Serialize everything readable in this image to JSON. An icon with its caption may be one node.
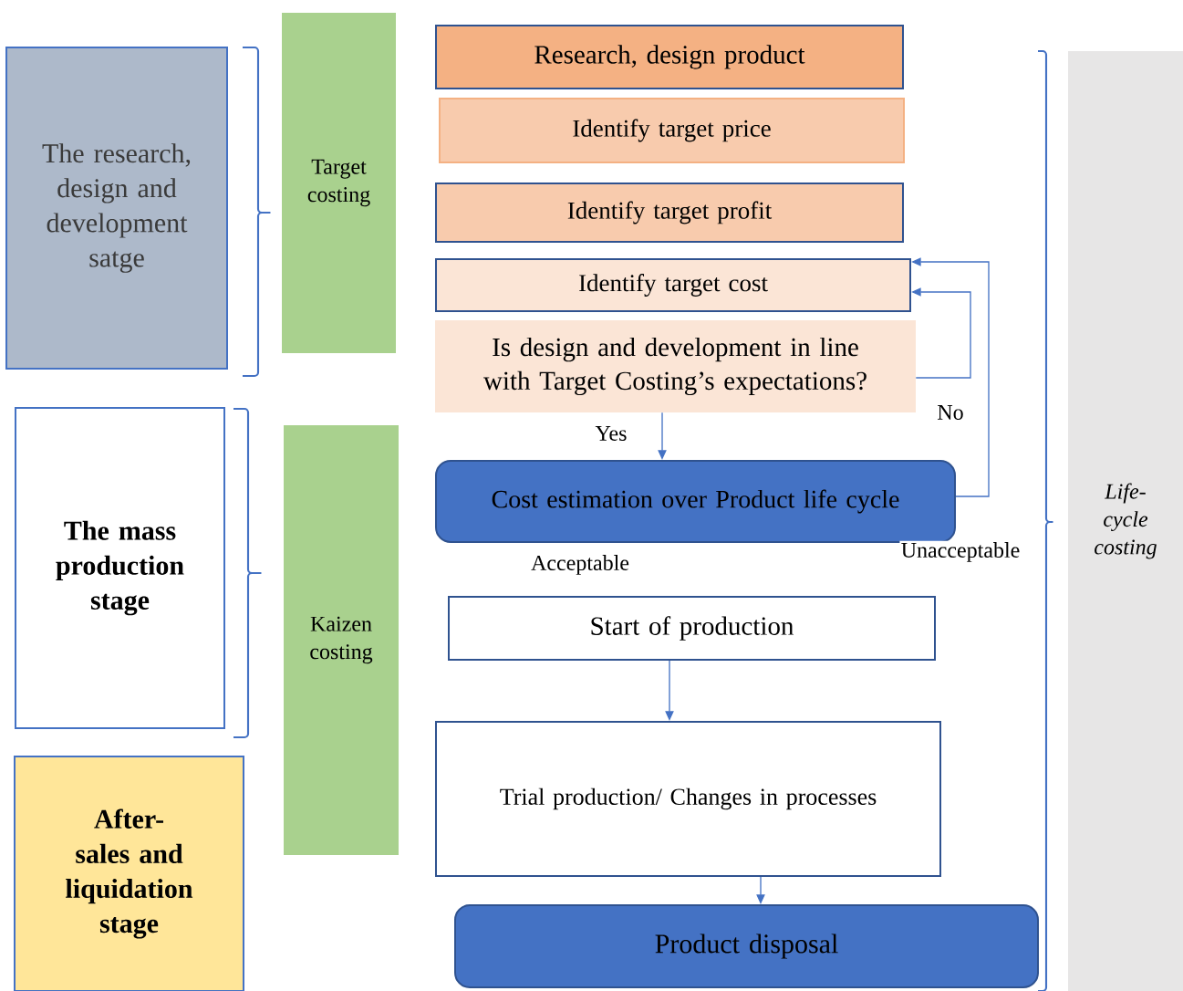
{
  "diagram": {
    "nodes": [
      {
        "text": [
          "The research, design and development satge"
        ]
      },
      {
        "text": [
          "The mass production stage"
        ]
      },
      {
        "text": [
          "After-sales and liquidation stage"
        ]
      },
      {
        "text": [
          "Target costing"
        ]
      },
      {
        "text": [
          "Kaizen costing"
        ]
      },
      {
        "text": [
          "Research, design product"
        ]
      },
      {
        "text": [
          "Identify target price"
        ]
      },
      {
        "text": [
          "Identify target profit"
        ]
      },
      {
        "text": [
          "Identify target cost"
        ]
      },
      {
        "text": [
          "Is design and development in line with Target Costing’s expectations?"
        ]
      },
      {
        "text": [
          "Cost estimation over Product life cycle"
        ]
      },
      {
        "text": [
          "Start of production"
        ]
      },
      {
        "text": [
          "Trial production/ Changes in processes"
        ]
      },
      {
        "text": [
          "Product disposal"
        ]
      },
      {
        "text": [
          "Life-cycle costing"
        ]
      }
    ],
    "edges": [
      {
        "from": 9,
        "to": 10,
        "arrow": "to",
        "label": "Yes"
      },
      {
        "from": 9,
        "to": 8,
        "arrow": "to",
        "label": "No"
      },
      {
        "from": 10,
        "to": 8,
        "arrow": "to",
        "label": "Unacceptable"
      },
      {
        "from": 11,
        "to": 12,
        "arrow": "to"
      },
      {
        "from": 12,
        "to": 13,
        "arrow": "to"
      }
    ],
    "labels": [
      "Acceptable"
    ]
  }
}
